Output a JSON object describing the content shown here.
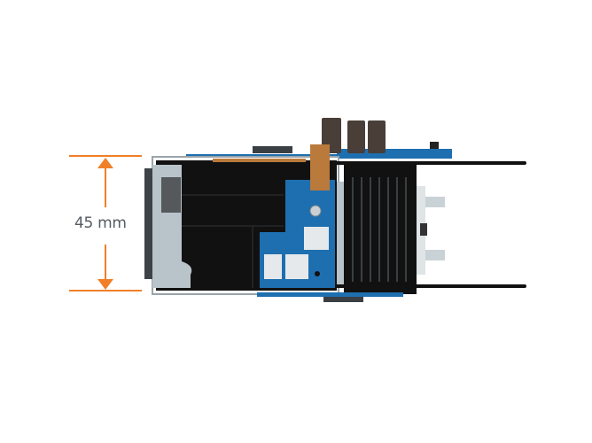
{
  "figure": {
    "subject": "device side view with height dimension",
    "dimension": {
      "label": "45 mm",
      "value": 45,
      "unit": "mm",
      "color": "#f07f28"
    },
    "colors": {
      "pcb_blue": "#1e6fb0",
      "pcb_dark_blue": "#1c5f8e",
      "housing_black": "#111111",
      "gray_part": "#b8c3ca",
      "copper": "#b97a3c",
      "capacitor": "#4a3e38",
      "label_text": "#555b62"
    }
  }
}
